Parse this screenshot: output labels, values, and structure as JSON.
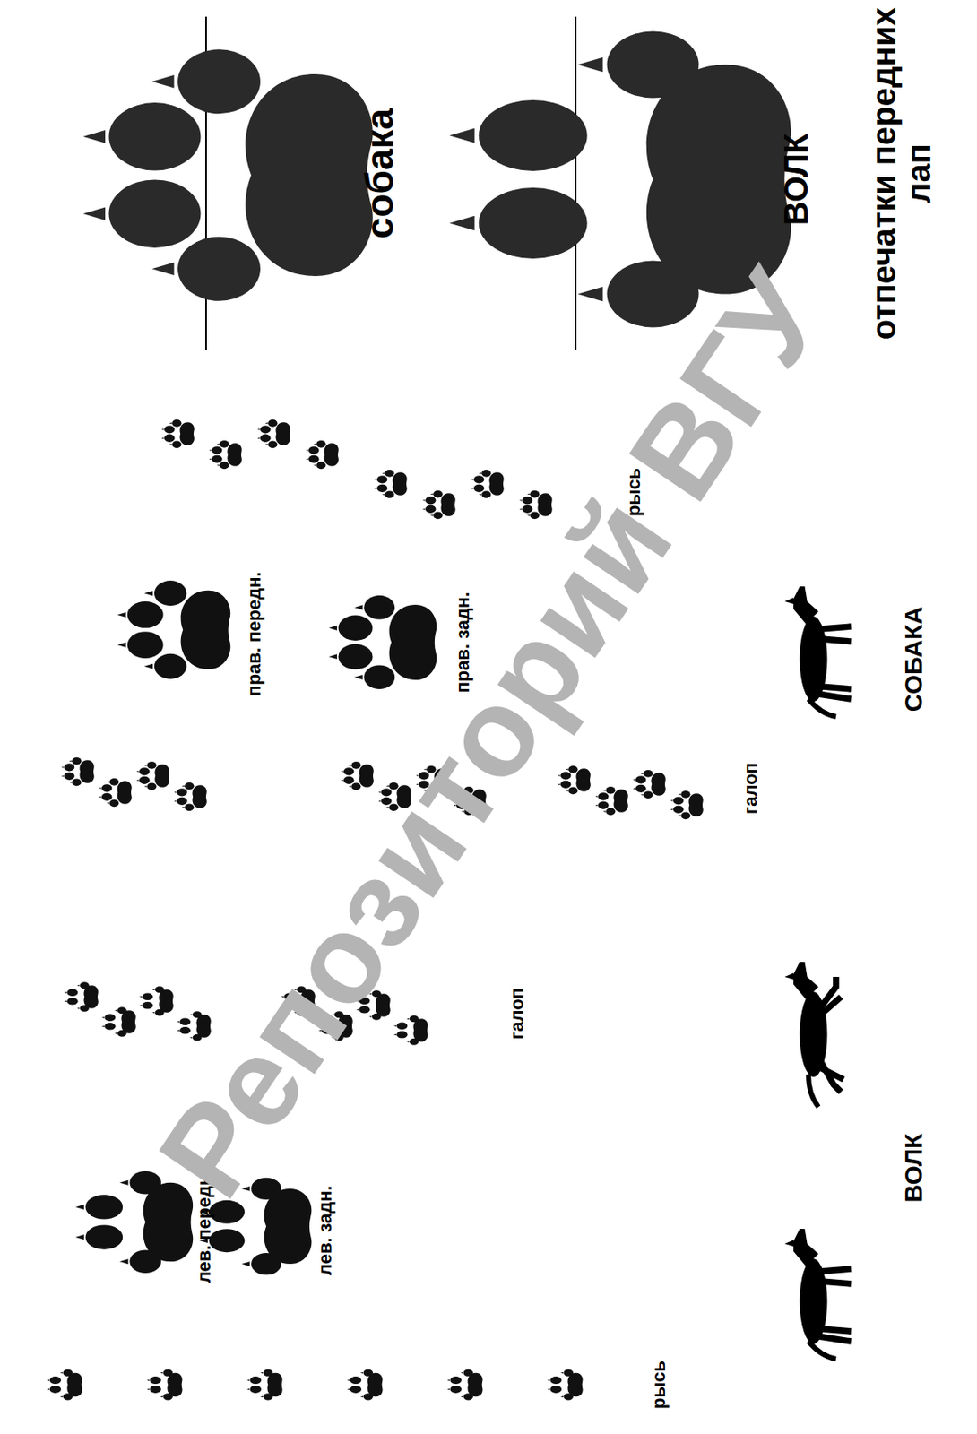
{
  "diagram": {
    "labels": [
      "собака",
      "ВОЛК",
      "отпечатки передних лап",
      "прав. передн.",
      "прав. задн.",
      "рысь",
      "галоп",
      "СОБАКА",
      "лев. передн.",
      "лев. задн.",
      "галоп",
      "рысь",
      "ВОЛК",
      "Репозиторий ВГУ"
    ]
  }
}
